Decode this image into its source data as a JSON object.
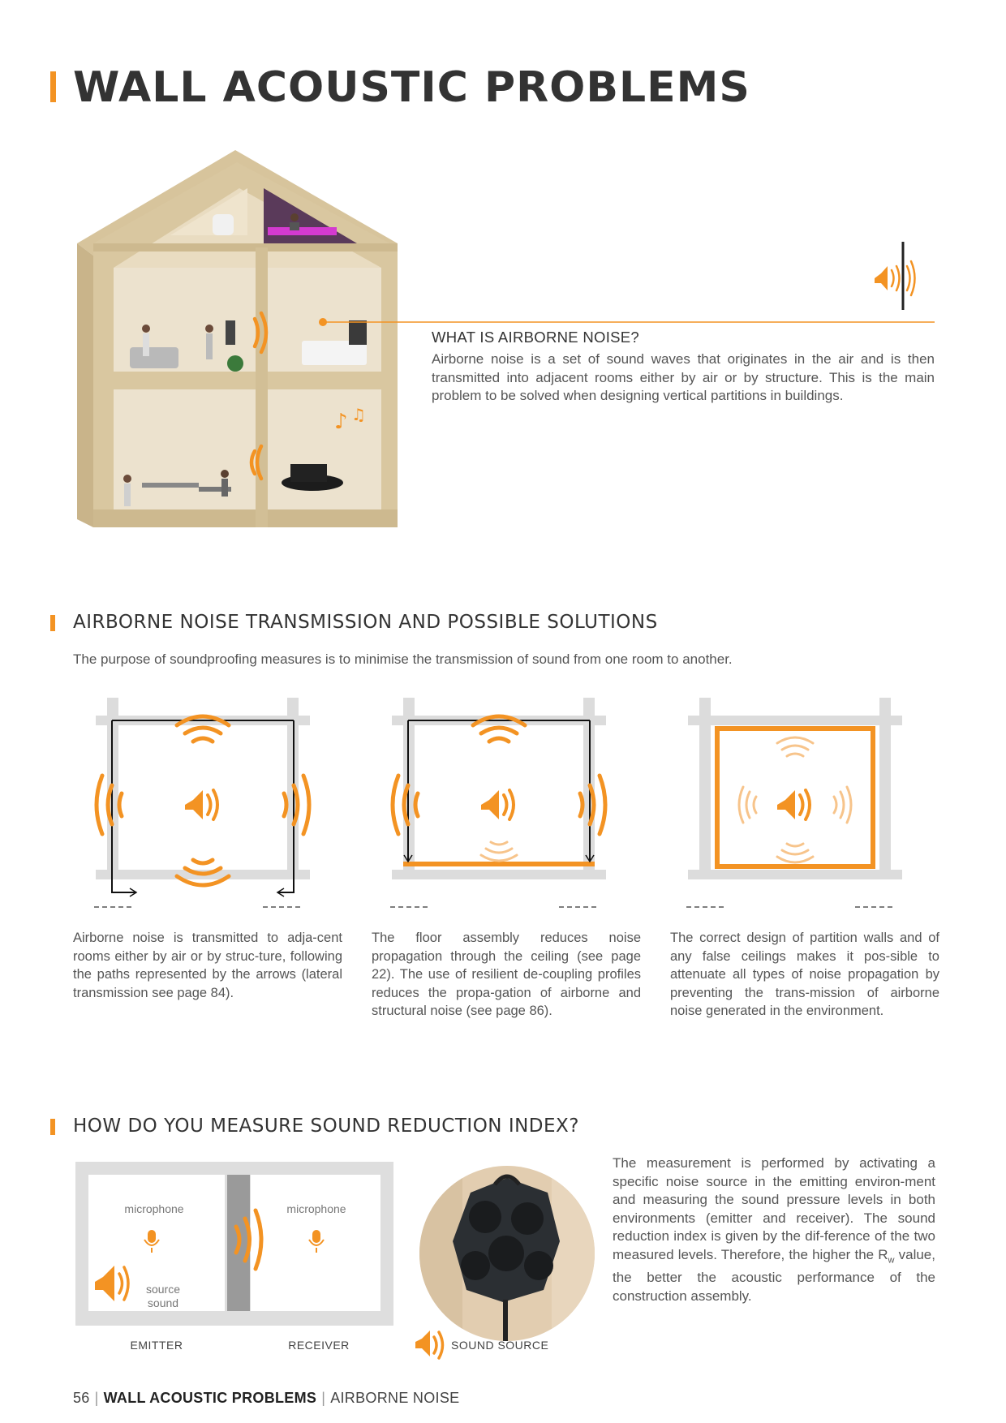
{
  "page": {
    "title": "WALL ACOUSTIC PROBLEMS",
    "accent_color": "#f39323"
  },
  "airborne": {
    "heading": "WHAT IS AIRBORNE NOISE?",
    "text": "Airborne noise is a set of sound waves that originates in the air and is then transmitted into adjacent rooms either by air or by structure. This is the main problem to be solved when designing vertical partitions in buildings."
  },
  "transmission": {
    "heading": "AIRBORNE NOISE TRANSMISSION AND POSSIBLE SOLUTIONS",
    "intro": "The purpose of soundproofing measures is to minimise the transmission of sound from one room to another.",
    "captions": [
      "Airborne noise is transmitted to adja-cent rooms either by air or by struc-ture, following the paths represented by the arrows (lateral transmission see page 84).",
      "The floor assembly reduces noise propagation through the ceiling (see page 22). The use of resilient de-coupling profiles reduces the propa-gation of airborne and structural noise (see page 86).",
      "The correct design of partition walls and of any false ceilings makes it pos-sible to attenuate all types of noise propagation by preventing the trans-mission of airborne noise generated in the environment."
    ]
  },
  "measure": {
    "heading": "HOW DO YOU MEASURE SOUND REDUCTION INDEX?",
    "diagram": {
      "mic_left": "microphone",
      "mic_right": "microphone",
      "source_line1": "source",
      "source_line2": "sound",
      "emitter": "EMITTER",
      "receiver": "RECEIVER",
      "sound_source": "SOUND SOURCE"
    },
    "text_before": "The measurement is performed by activating a specific noise source in the emitting environ-ment and measuring the sound pressure levels in both environments (emitter and receiver). The sound reduction index is given by the dif-ference of the two measured levels. Therefore, the higher the R",
    "text_sub": "w",
    "text_after": " value, the better the acoustic performance of the construction assembly."
  },
  "footer": {
    "page_number": "56",
    "section": "WALL ACOUSTIC PROBLEMS",
    "subsection": "AIRBORNE NOISE"
  },
  "icons": {
    "speaker": "speaker-icon",
    "microphone": "microphone-icon",
    "sound_wave": "sound-wave-icon"
  }
}
